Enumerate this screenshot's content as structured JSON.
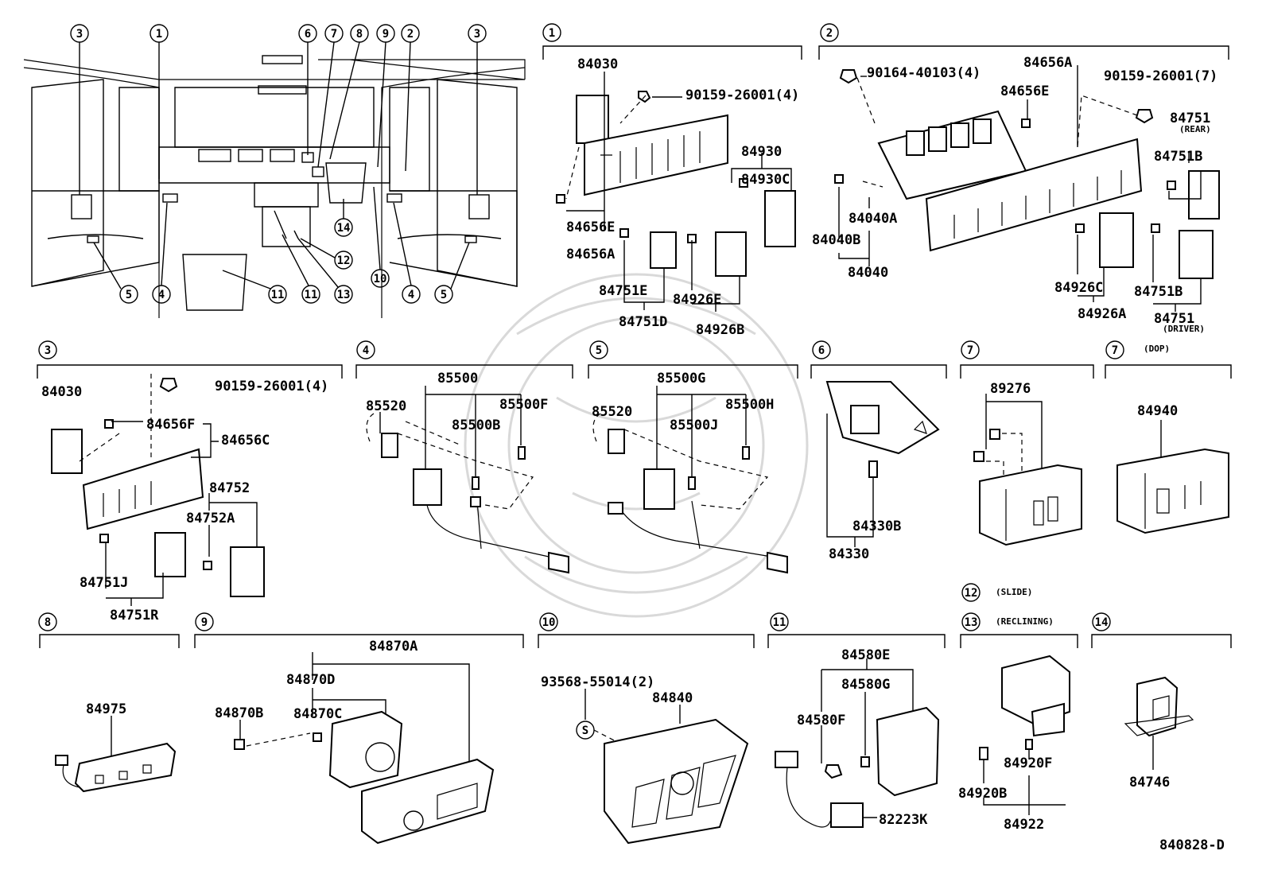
{
  "document": {
    "code": "840828-D"
  },
  "overview": {
    "callouts": [
      "3",
      "1",
      "6",
      "7",
      "8",
      "9",
      "2",
      "3",
      "5",
      "4",
      "11",
      "11",
      "13",
      "12",
      "14",
      "10",
      "4",
      "5"
    ]
  },
  "sections": {
    "s1": {
      "num": "1",
      "labels": [
        "84030",
        "90159-26001(4)",
        "84930",
        "84930C",
        "84656E",
        "84656A",
        "84751E",
        "84751D",
        "84926E",
        "84926B"
      ]
    },
    "s2": {
      "num": "2",
      "labels": [
        "90164-40103(4)",
        "84656A",
        "84656E",
        "90159-26001(7)",
        "84751",
        "(REAR)",
        "84751B",
        "84040A",
        "84040B",
        "84040",
        "84926C",
        "84926A",
        "84751B",
        "84751",
        "(DRIVER)"
      ]
    },
    "s3": {
      "num": "3",
      "labels": [
        "90159-26001(4)",
        "84030",
        "84656F",
        "84656C",
        "84752",
        "84752A",
        "84751J",
        "84751R"
      ]
    },
    "s4": {
      "num": "4",
      "labels": [
        "85500",
        "85520",
        "85500F",
        "85500B"
      ]
    },
    "s5": {
      "num": "5",
      "labels": [
        "85500G",
        "85520",
        "85500H",
        "85500J"
      ]
    },
    "s6": {
      "num": "6",
      "labels": [
        "84330B",
        "84330"
      ]
    },
    "s7": {
      "num": "7",
      "labels": [
        "89276"
      ]
    },
    "s7b": {
      "num": "7",
      "note": "(DOP)",
      "labels": [
        "84940"
      ]
    },
    "s8": {
      "num": "8",
      "labels": [
        "84975"
      ]
    },
    "s9": {
      "num": "9",
      "labels": [
        "84870A",
        "84870D",
        "84870B",
        "84870C"
      ]
    },
    "s10": {
      "num": "10",
      "labels": [
        "93568-55014(2)",
        "84840"
      ],
      "symbol": "S"
    },
    "s11": {
      "num": "11",
      "labels": [
        "84580E",
        "84580G",
        "84580F",
        "82223K"
      ]
    },
    "s12": {
      "num": "12",
      "note": "(SLIDE)"
    },
    "s13": {
      "num": "13",
      "note": "(RECLINING)",
      "labels": [
        "84920F",
        "84920B",
        "84922"
      ]
    },
    "s14": {
      "num": "14",
      "labels": [
        "84746"
      ]
    }
  }
}
